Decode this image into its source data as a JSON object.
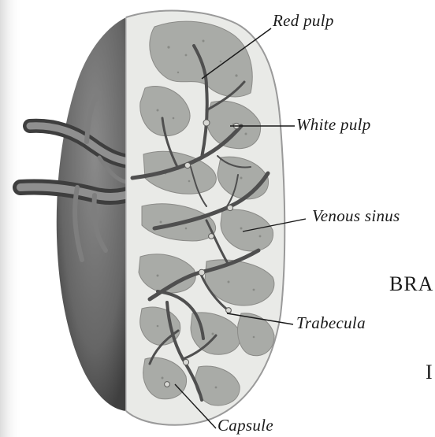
{
  "labels": {
    "red_pulp": "Red pulp",
    "white_pulp": "White pulp",
    "venous_sinus": "Venous sinus",
    "trabecula": "Trabecula",
    "capsule": "Capsule"
  },
  "cropped_text": {
    "heading_fragment": "BRA",
    "edge_fragment": "I"
  },
  "colors": {
    "organ_exterior": "#6e6e6e",
    "cut_surface": "#e9eae7",
    "pulp_lobules": "#a9aba7",
    "vessels": "#4f4f4f",
    "left_edge_shadow": "#e3e3e3"
  }
}
